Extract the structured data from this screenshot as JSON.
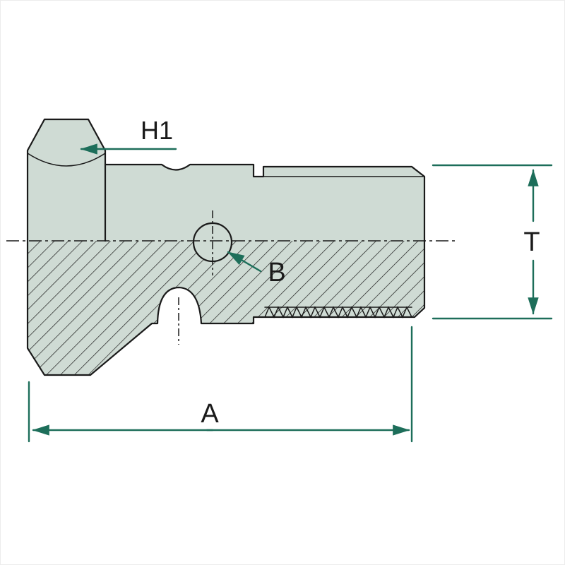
{
  "drawing": {
    "labels": {
      "h1": "H1",
      "b": "B",
      "a": "A",
      "t": "T"
    },
    "colors": {
      "body_fill": "#cfdbd4",
      "outline": "#1a1a1a",
      "hatch": "#1a1a1a",
      "dimension": "#1d6e5a",
      "label": "#1a1a1a",
      "background": "#ffffff"
    }
  }
}
